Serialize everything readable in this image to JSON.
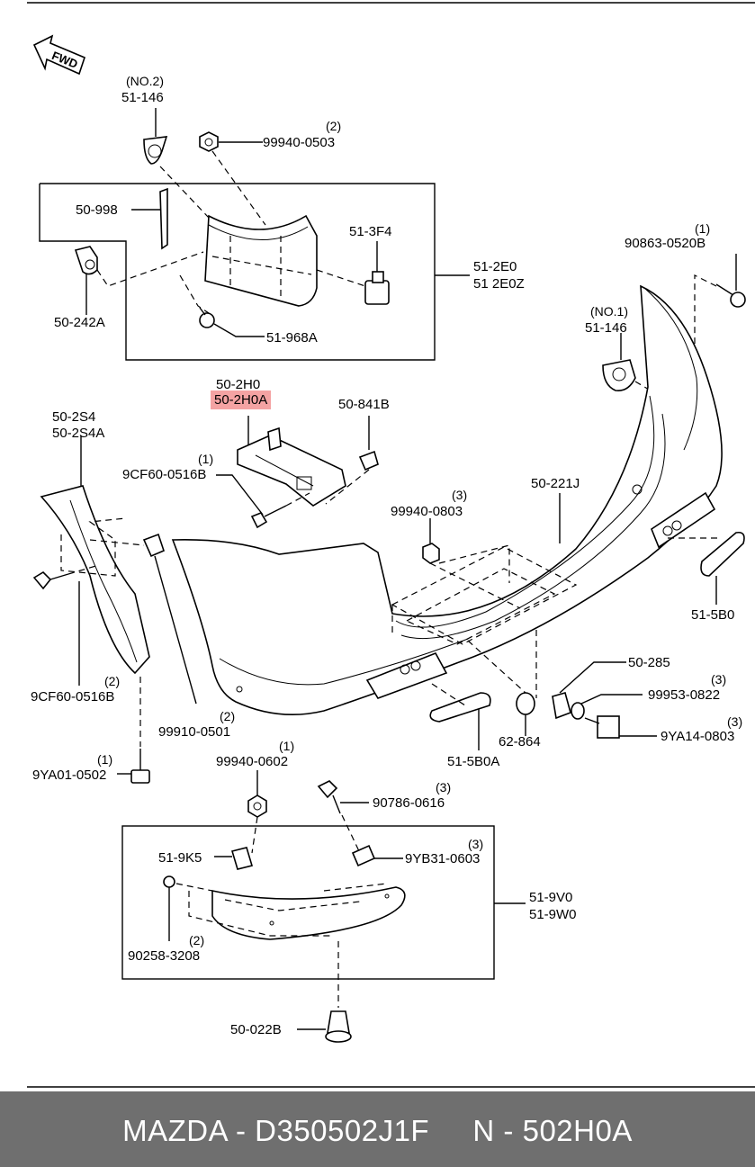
{
  "fwd_label": "FWD",
  "labels": {
    "p51_146_a_qty": "(NO.2)",
    "p51_146_a": "51-146",
    "p99940_0503_qty": "(2)",
    "p99940_0503": "99940-0503",
    "p50_998": "50-998",
    "p51_3f4": "51-3F4",
    "p51_2e0": "51-2E0",
    "p51_2e0z": "51 2E0Z",
    "p50_242a": "50-242A",
    "p51_968a": "51-968A",
    "p90863_qty": "(1)",
    "p90863": "90863-0520B",
    "p51_146_b_qty": "(NO.1)",
    "p51_146_b": "51-146",
    "p50_2h0": "50-2H0",
    "p50_2h0a": "50-2H0A",
    "p50_841b": "50-841B",
    "p50_2s4": "50-2S4",
    "p50_2s4a": "50-2S4A",
    "p9cf60_a_qty": "(1)",
    "p9cf60_a": "9CF60-0516B",
    "p99940_0803_qty": "(3)",
    "p99940_0803": "99940-0803",
    "p50_221j": "50-221J",
    "p51_5b0": "51-5B0",
    "p50_285": "50-285",
    "p99953_qty": "(3)",
    "p99953": "99953-0822",
    "p9ya14_qty": "(3)",
    "p9ya14": "9YA14-0803",
    "p9cf60_b_qty": "(2)",
    "p9cf60_b": "9CF60-0516B",
    "p99910_qty": "(2)",
    "p99910": "99910-0501",
    "p62_864": "62-864",
    "p51_5b0a": "51-5B0A",
    "p9ya01_qty": "(1)",
    "p9ya01": "9YA01-0502",
    "p99940_0602_qty": "(1)",
    "p99940_0602": "99940-0602",
    "p90786_qty": "(3)",
    "p90786": "90786-0616",
    "p51_9k5": "51-9K5",
    "p9yb31_qty": "(3)",
    "p9yb31": "9YB31-0603",
    "p51_9v0": "51-9V0",
    "p51_9w0": "51-9W0",
    "p90258_qty": "(2)",
    "p90258": "90258-3208",
    "p50_022b": "50-022B"
  },
  "footer": {
    "text": "MAZDA - D350502J1F     N - 502H0A"
  },
  "colors": {
    "highlight": "#f4a3a3",
    "footer_bg": "#6f6f6f",
    "footer_text": "#ffffff"
  }
}
